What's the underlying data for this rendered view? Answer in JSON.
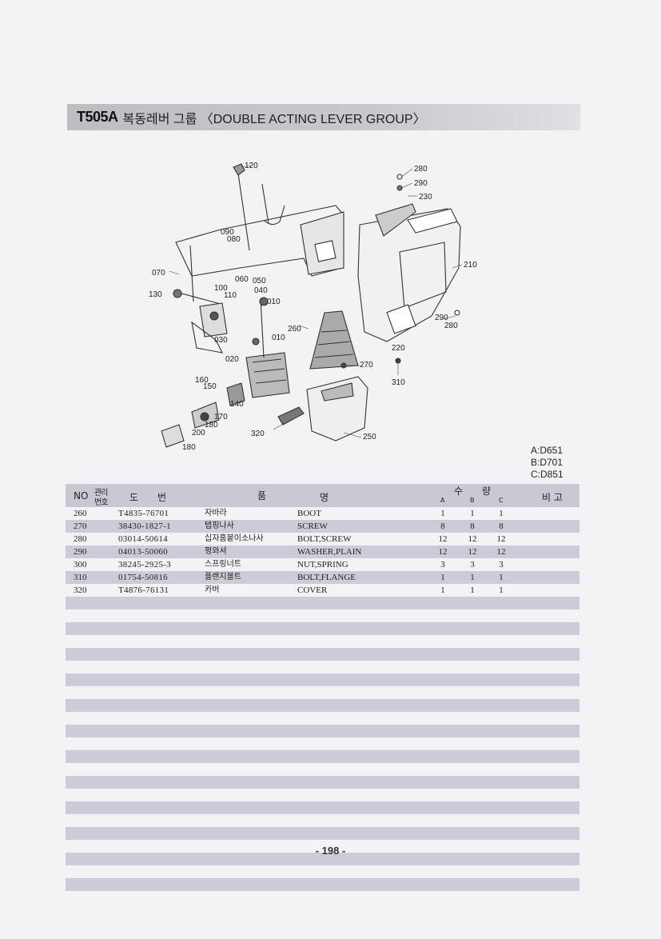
{
  "title": {
    "code": "T505A",
    "text": "복동레버 그룹 〈DOUBLE ACTING LEVER GROUP〉"
  },
  "diagram_labels": {
    "l120": "120",
    "l280a": "280",
    "l290a": "290",
    "l230": "230",
    "l090": "090",
    "l080": "080",
    "l210": "210",
    "l070": "070",
    "l060": "060",
    "l050": "050",
    "l100": "100",
    "l040": "040",
    "l110": "110",
    "l130": "130",
    "l010a": "010",
    "l290b": "290",
    "l280b": "280",
    "l260": "260",
    "l030": "030",
    "l010b": "010",
    "l220": "220",
    "l020": "020",
    "l270": "270",
    "l310": "310",
    "l160": "160",
    "l150": "150",
    "l140": "140",
    "l170": "170",
    "l190": "180",
    "l200": "200",
    "l320": "320",
    "l250": "250",
    "l180": "180"
  },
  "models": [
    "A:D651",
    "B:D701",
    "C:D851"
  ],
  "table": {
    "headers": {
      "no": "NO",
      "mgmt_top": "관리",
      "mgmt_bottom": "번호",
      "drawing": "도　　번",
      "name_part1": "품",
      "name_part2": "명",
      "qty": "수　　량",
      "a": "A",
      "b": "B",
      "c": "C",
      "remarks": "비 고"
    },
    "rows": [
      {
        "no": "260",
        "drawing": "T4835-76701",
        "kor": "자바라",
        "eng": "BOOT",
        "a": "1",
        "b": "1",
        "c": "1"
      },
      {
        "no": "270",
        "drawing": "38430-1827-1",
        "kor": "탭핑나사",
        "eng": "SCREW",
        "a": "8",
        "b": "8",
        "c": "8"
      },
      {
        "no": "280",
        "drawing": "03014-50614",
        "kor": "십자홈붙이소나사",
        "eng": "BOLT,SCREW",
        "a": "12",
        "b": "12",
        "c": "12"
      },
      {
        "no": "290",
        "drawing": "04013-50060",
        "kor": "평와셔",
        "eng": "WASHER,PLAIN",
        "a": "12",
        "b": "12",
        "c": "12"
      },
      {
        "no": "300",
        "drawing": "38245-2925-3",
        "kor": "스프링너트",
        "eng": "NUT,SPRING",
        "a": "3",
        "b": "3",
        "c": "3"
      },
      {
        "no": "310",
        "drawing": "01754-50816",
        "kor": "플랜지볼트",
        "eng": "BOLT,FLANGE",
        "a": "1",
        "b": "1",
        "c": "1"
      },
      {
        "no": "320",
        "drawing": "T4876-76131",
        "kor": "카버",
        "eng": "COVER",
        "a": "1",
        "b": "1",
        "c": "1"
      }
    ]
  },
  "page_number": "- 198 -"
}
